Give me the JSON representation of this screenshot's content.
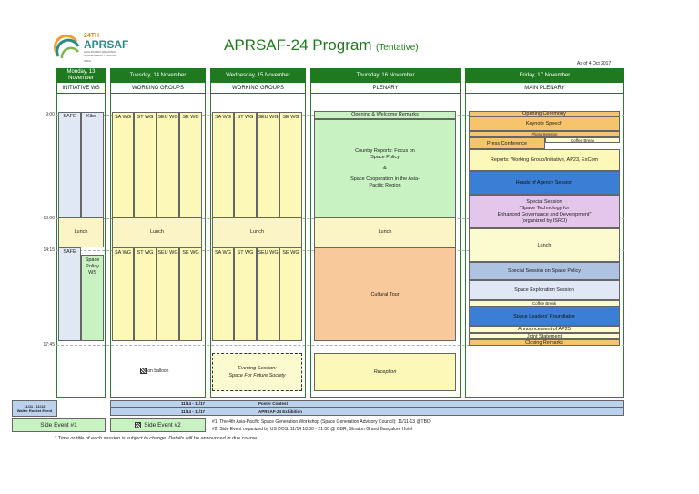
{
  "header": {
    "logo_edition": "24TH",
    "logo_name": "APRSAF",
    "logo_tagline": "ASIA-PACIFIC REGIONAL SPACE AGENCY FORUM",
    "logo_country": "INDIA",
    "title": "APRSAF-24 Program",
    "title_suffix": "(Tentative)",
    "as_of": "As of 4 Oct 2017"
  },
  "days": [
    {
      "label": "Monday, 13 November",
      "sub": "INITIATIVE WS"
    },
    {
      "label": "Tuesday, 14 November",
      "sub": "WORKING GROUPS"
    },
    {
      "label": "Wednesday, 15 November",
      "sub": "WORKING GROUPS"
    },
    {
      "label": "Thursday, 16 November",
      "sub": "PLENARY"
    },
    {
      "label": "Friday, 17 November",
      "sub": "MAIN PLENARY"
    }
  ],
  "times": {
    "t1": "9:00",
    "t2": "13:00",
    "t3": "14:15",
    "t4": "17:45"
  },
  "monday": {
    "safe": "SAFE",
    "kibo": "Kibo-",
    "lunch": "Lunch",
    "safe2": "SAFE",
    "space_policy": "Space Policy WS",
    "legend": "on balloon"
  },
  "wg": {
    "sa": "SA WG",
    "st": "ST WG",
    "seu": "SEU WG",
    "se": "SE WG",
    "lunch": "Lunch"
  },
  "wednesday_evening": {
    "line1": "Evening Session:",
    "line2": "Space For Future Society"
  },
  "thursday": {
    "opening": "Opening & Welcome Remarks",
    "country": "Country Reports: Focus on Space Policy",
    "amp": "&",
    "coop": "Space Cooperation in the Asia-Pacific Region",
    "lunch": "Lunch",
    "tour": "Cultural Tour",
    "reception": "Reception"
  },
  "friday": {
    "opening": "Opening Ceremony",
    "keynote": "Keynote Speech",
    "photo": "Photo Session",
    "coffee1": "Coffee Break",
    "press": "Press Conference",
    "reports": "Reports: Working Group/Initiative, AP23, ExCom",
    "heads": "Heads of Agency Session",
    "special1": "Special Session",
    "special2": "\"Space Technology for",
    "special3": "Enhanced Governance and Development\"",
    "special4": "(organized by ISRO)",
    "lunch": "Lunch",
    "policy": "Special Session on Space Policy",
    "exploration": "Space Exploration Session",
    "coffee2": "Coffee Break",
    "leaders": "Space Leaders' Roundtable",
    "ap25": "Announcement of AP25",
    "joint": "Joint Statement",
    "closing": "Closing Remarks"
  },
  "bottom": {
    "walter_dates": "11/11 - 11/12",
    "walter": "Walter Rocket Event",
    "poster_dates": "11/14 - 11/17",
    "poster": "Poster Contest",
    "exhibit_dates": "11/14 - 11/17",
    "exhibit": "APRSAF-24 Exhibition",
    "side1": "Side Event #1",
    "side2": "Side Event #2",
    "fn1": "#1: The 4th Asia-Pacific Space Generation Workshop (Space Generation Advisory Council):  11/11-13 @TBD",
    "fn2": "#2: Side Event organized by US DOS:  11/14 18:00 - 21:00 @ GBR, Shraton Grand Bangalore Hotel",
    "disclaimer": "* Time or title of each session is subject to change. Details will be announced in due course."
  },
  "colors": {
    "header_green": "#1f7a1f",
    "wg_yellow": "#fbf8b8",
    "plenary_green": "#c8f2c2",
    "tour_orange": "#f8c99a",
    "heads_blue": "#3a7fd5"
  }
}
